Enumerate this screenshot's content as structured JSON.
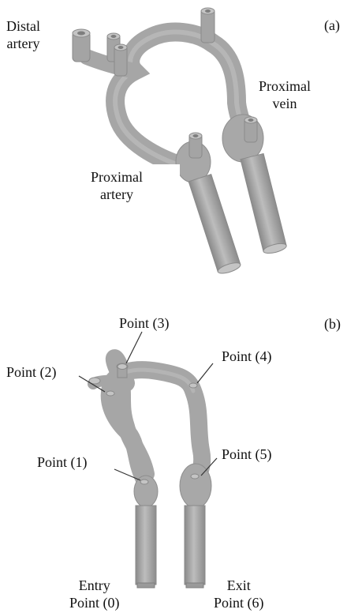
{
  "panel_a": {
    "letter": "(a)",
    "labels": {
      "distal_artery": [
        "Distal",
        "artery"
      ],
      "proximal_vein": [
        "Proximal",
        "vein"
      ],
      "proximal_artery": [
        "Proximal",
        "artery"
      ]
    }
  },
  "panel_b": {
    "letter": "(b)",
    "points": {
      "p1": "Point (1)",
      "p2": "Point (2)",
      "p3": "Point (3)",
      "p4": "Point (4)",
      "p5": "Point (5)"
    },
    "entry": [
      "Entry",
      "Point (0)"
    ],
    "exit": [
      "Exit",
      "Point (6)"
    ]
  },
  "colors": {
    "model_fill": "#a8a8a8",
    "model_shade": "#8e8e8e",
    "model_light": "#c6c6c6",
    "leader": "#333333"
  }
}
